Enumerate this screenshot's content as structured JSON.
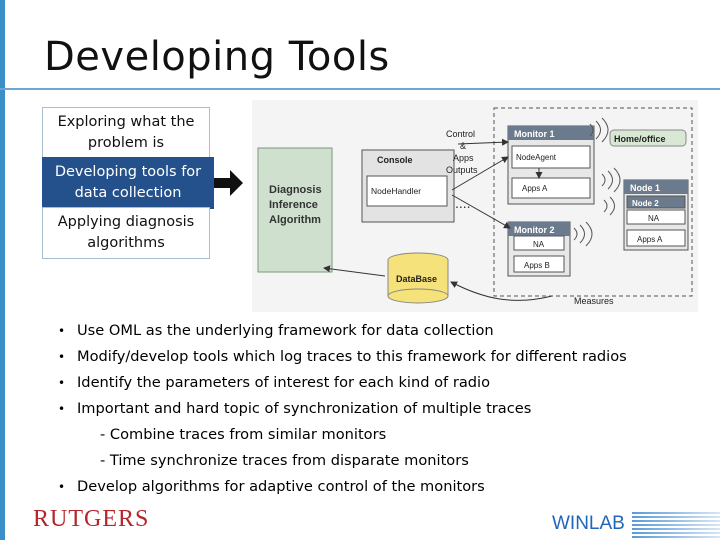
{
  "title": "Developing Tools",
  "steps": [
    "Exploring what the problem is",
    "Developing tools for data collection",
    "Applying diagnosis algorithms"
  ],
  "active_step_color": "#24518c",
  "diagram": {
    "algorithm_label": [
      "Diagnosis",
      "Inference",
      "Algorithm"
    ],
    "console_label": "Console",
    "nodehandler_label": "NodeHandler",
    "control_label": [
      "Control",
      "&",
      "Apps",
      "Outputs"
    ],
    "ellipsis": "....",
    "monitor1": "Monitor 1",
    "nodeagent": "NodeAgent",
    "apps_a": "Apps A",
    "monitor2": "Monitor 2",
    "na": "NA",
    "apps_b": "Apps B",
    "home_office": "Home/office",
    "node1": "Node 1",
    "node2": "Node 2",
    "database": "DataBase",
    "measures": "Measures"
  },
  "bullets": [
    "Use OML as the underlying framework for data collection",
    "Modify/develop tools which log traces to this framework for different radios",
    "Identify the parameters of interest for each kind of radio",
    "Important and hard topic of synchronization of multiple traces"
  ],
  "subbullets": [
    "- Combine traces from similar monitors",
    "- Time synchronize traces from disparate monitors"
  ],
  "bullet_last": "Develop algorithms for adaptive control of the monitors",
  "bullet_char": "•",
  "footer": {
    "logo": "RUTGERS",
    "lab": "WINLAB"
  }
}
